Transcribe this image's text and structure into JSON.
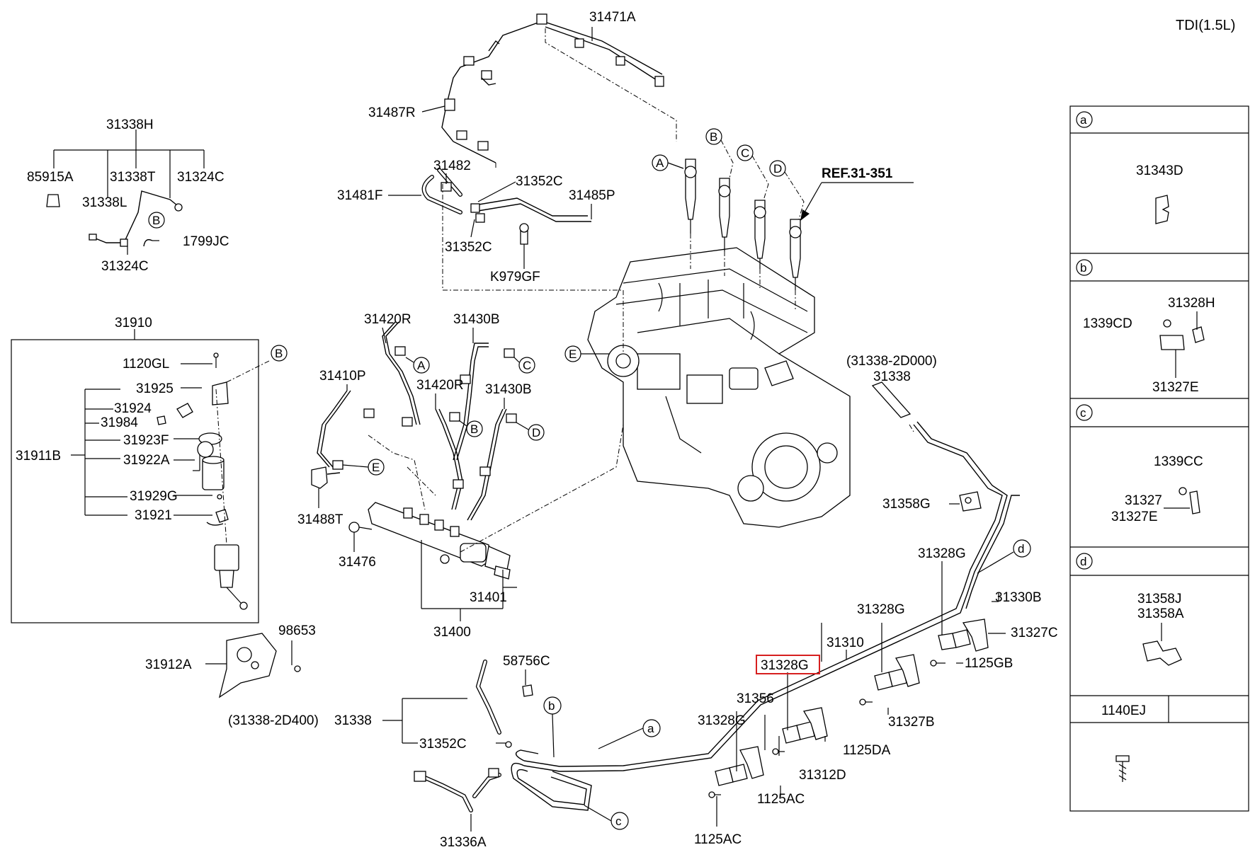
{
  "engine": "TDI(1.5L)",
  "ref": "REF.31-351",
  "labels": {
    "p31471A": "31471A",
    "p31487R": "31487R",
    "p31482": "31482",
    "p31481F": "31481F",
    "p31352C_a": "31352C",
    "p31352C_b": "31352C",
    "p31485P": "31485P",
    "pK979GF": "K979GF",
    "p31338H": "31338H",
    "p85915A": "85915A",
    "p31338T": "31338T",
    "p31324C_a": "31324C",
    "p31338L": "31338L",
    "p1799JC": "1799JC",
    "p31324C_b": "31324C",
    "p31910": "31910",
    "p1120GL": "1120GL",
    "p31925": "31925",
    "p31924": "31924",
    "p31984": "31984",
    "p31923F": "31923F",
    "p31911B": "31911B",
    "p31922A": "31922A",
    "p31929G": "31929G",
    "p31921": "31921",
    "p98653": "98653",
    "p31912A": "31912A",
    "p31420R_a": "31420R",
    "p31430B_a": "31430B",
    "p31410P": "31410P",
    "p31420R_b": "31420R",
    "p31430B_b": "31430B",
    "p31488T": "31488T",
    "p31476": "31476",
    "p31401": "31401",
    "p31400": "31400",
    "p31338_2D000": "(31338-2D000)",
    "p31338_a": "31338",
    "p31358G": "31358G",
    "p31328G_a": "31328G",
    "p31330B": "31330B",
    "p31328G_b": "31328G",
    "p31327C": "31327C",
    "p31310": "31310",
    "p31328G_hl": "31328G",
    "p1125GB": "1125GB",
    "p31356": "31356",
    "p31327B": "31327B",
    "p31328G_c": "31328G",
    "p1125DA": "1125DA",
    "p31312D": "31312D",
    "p1125AC_a": "1125AC",
    "p1125AC_b": "1125AC",
    "p58756C": "58756C",
    "p31338_2D400": "(31338-2D400)",
    "p31338_b": "31338",
    "p31352C_c": "31352C",
    "p31336A": "31336A"
  },
  "callouts": {
    "A": "A",
    "B": "B",
    "C": "C",
    "D": "D",
    "E": "E",
    "a": "a",
    "b": "b",
    "c": "c",
    "d": "d"
  },
  "sidebar": {
    "a": {
      "key": "a",
      "parts": [
        "31343D"
      ]
    },
    "b": {
      "key": "b",
      "parts": [
        "31328H",
        "1339CD",
        "31327E"
      ]
    },
    "c": {
      "key": "c",
      "parts": [
        "1339CC",
        "31327",
        "31327E"
      ]
    },
    "d": {
      "key": "d",
      "parts": [
        "31358J",
        "31358A"
      ]
    },
    "e": {
      "header": "1140EJ"
    }
  }
}
